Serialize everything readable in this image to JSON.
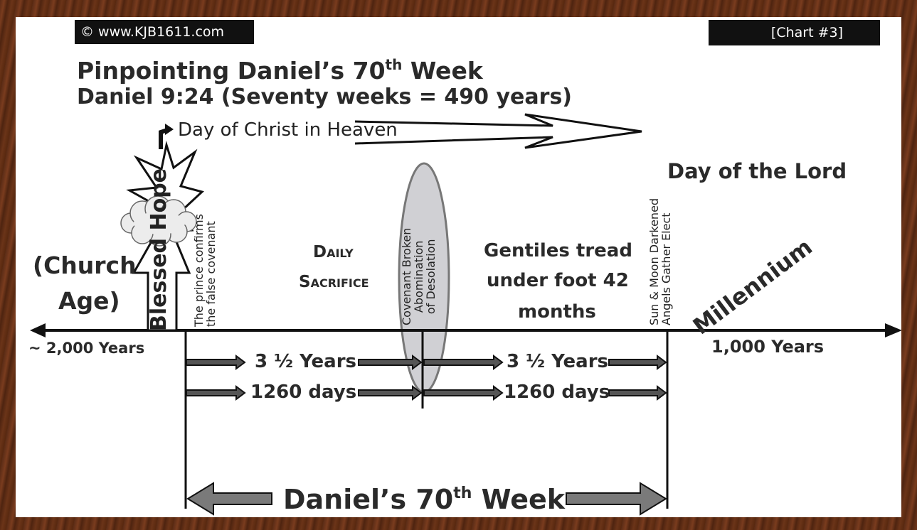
{
  "header": {
    "copyright": "© www.KJB1611.com",
    "chart_number": "[Chart #3]",
    "title": "Pinpointing Daniel’s 70",
    "title_sup": "th",
    "title_end": " Week",
    "subtitle": "Daniel 9:24 (Seventy weeks = 490 years)"
  },
  "labels": {
    "day_of_christ": "Day of Christ in Heaven",
    "day_of_lord": "Day of the Lord",
    "blessed_hope": "Blessed Hope",
    "church_age_1": "(Church",
    "church_age_2": "Age)",
    "church_years": "~ 2,000 Years",
    "prince_1": "The prince confirms",
    "prince_2": "the false covenant",
    "daily_1": "Daily",
    "daily_2": "Sacrifice",
    "covenant_1": "Covenant Broken",
    "covenant_2": "Abomination",
    "covenant_3": "of  Desolation",
    "gentiles_1": "Gentiles tread",
    "gentiles_2": "under foot 42",
    "gentiles_3": "months",
    "sun_1": "Sun & Moon Darkened",
    "sun_2": "Angels Gather Elect",
    "millennium": "Millennium",
    "millennium_years": "1,000 Years",
    "half_years_1": "3 ½ Years",
    "half_years_2": "3 ½ Years",
    "days_1": "1260 days",
    "days_2": "1260 days",
    "week_1": "Daniel’s 70",
    "week_sup": "th",
    "week_2": " Week"
  }
}
